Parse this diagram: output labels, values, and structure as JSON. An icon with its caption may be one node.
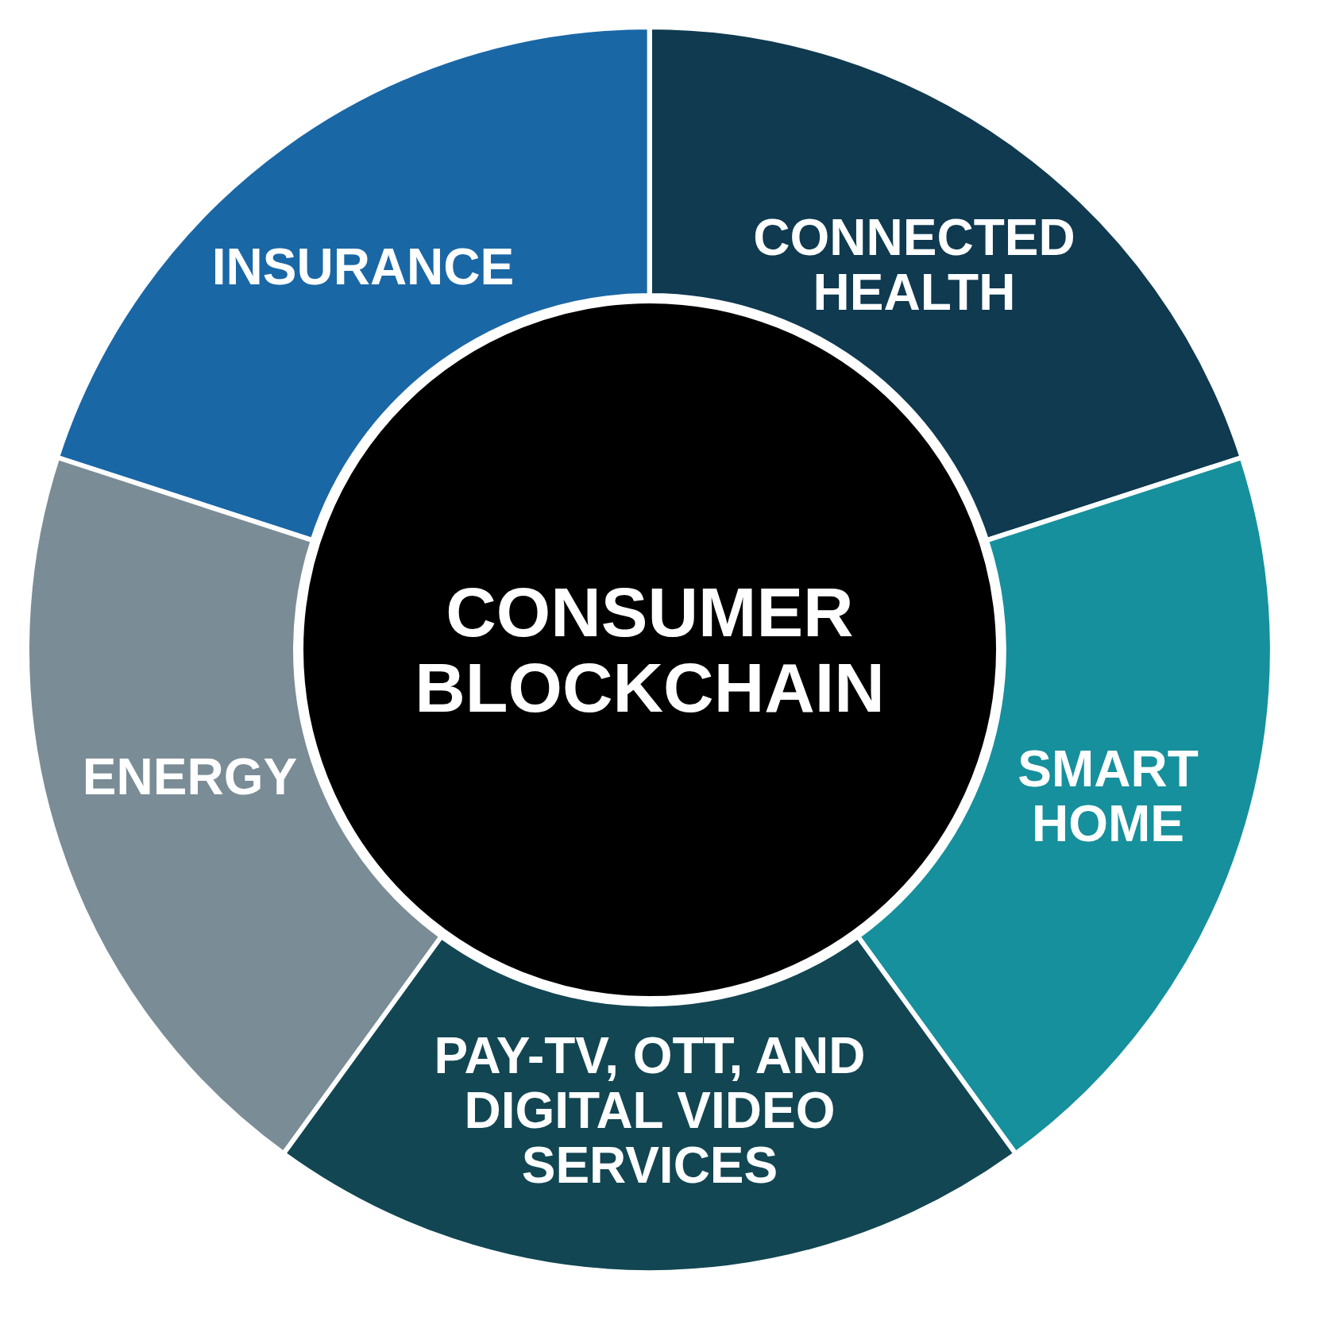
{
  "diagram": {
    "nodes": [
      {
        "text": [
          "INSURANCE"
        ]
      },
      {
        "text": [
          "CONNECTED HEALTH"
        ]
      },
      {
        "text": [
          "CONSUMER BLOCKCHAIN"
        ]
      },
      {
        "text": [
          "ENERGY"
        ]
      },
      {
        "text": [
          "SMART HOME"
        ]
      },
      {
        "text": [
          "PAY-TV, OTT, AND DIGITAL VIDEO SERVICES"
        ]
      }
    ]
  }
}
